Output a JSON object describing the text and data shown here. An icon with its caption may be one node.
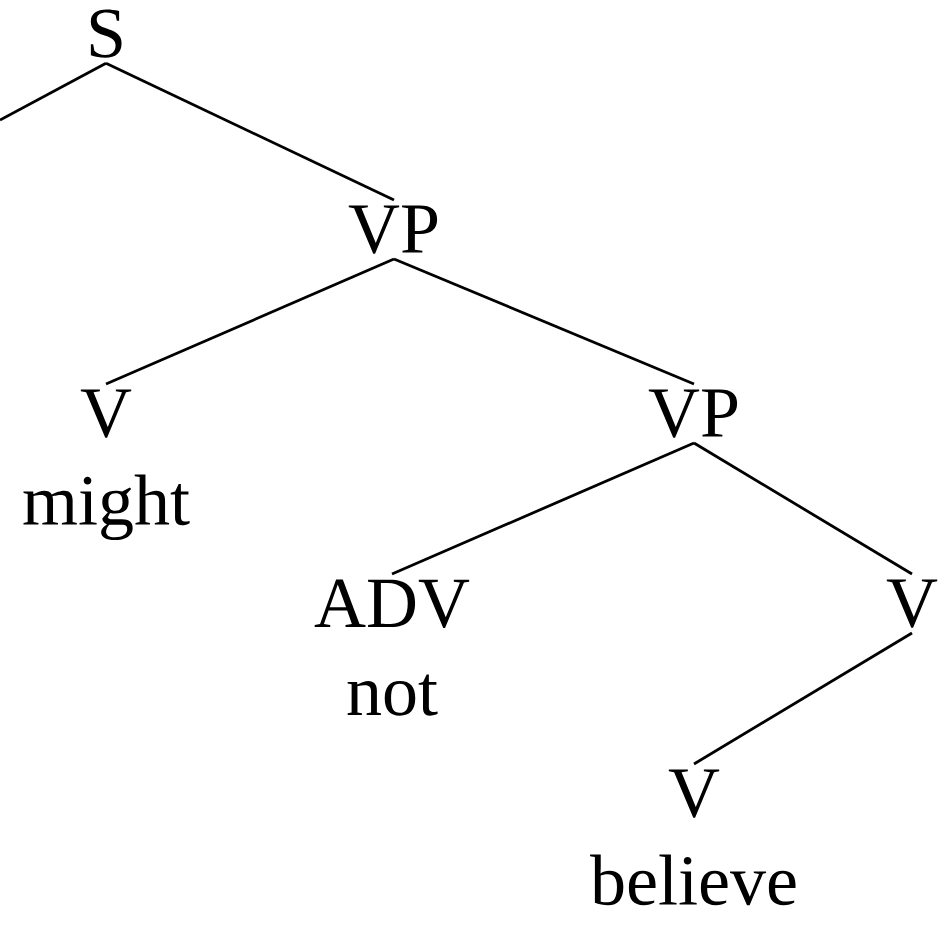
{
  "diagram": {
    "nodes": [
      {
        "text": [
          "S"
        ]
      },
      {
        "text": [
          "VP"
        ]
      },
      {
        "text": [
          "V",
          "might"
        ]
      },
      {
        "text": [
          "VP"
        ]
      },
      {
        "text": [
          "ADV",
          "not"
        ]
      },
      {
        "text": [
          "V"
        ]
      },
      {
        "text": [
          "V",
          "believe"
        ]
      }
    ],
    "edges": [
      {
        "from": 0,
        "to": null,
        "arrow": "none"
      },
      {
        "from": 0,
        "to": 1,
        "arrow": "none"
      },
      {
        "from": 1,
        "to": 2,
        "arrow": "none"
      },
      {
        "from": 1,
        "to": 3,
        "arrow": "none"
      },
      {
        "from": 3,
        "to": 4,
        "arrow": "none"
      },
      {
        "from": 3,
        "to": 5,
        "arrow": "none"
      },
      {
        "from": 5,
        "to": 6,
        "arrow": "none"
      }
    ]
  }
}
